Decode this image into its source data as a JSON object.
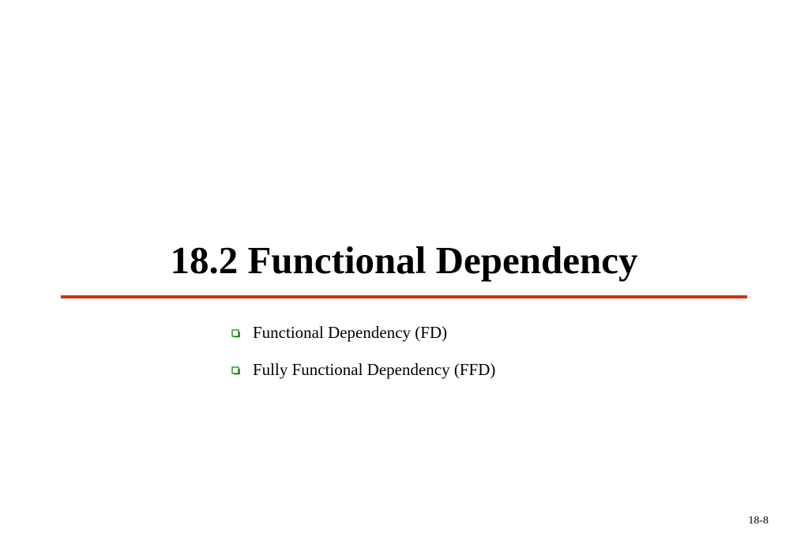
{
  "slide": {
    "title": "18.2  Functional Dependency",
    "bullets": [
      {
        "icon": "hollow-square-bullet-icon",
        "text": "Functional Dependency (FD)"
      },
      {
        "icon": "hollow-square-bullet-icon",
        "text": "Fully Functional Dependency (FFD)"
      }
    ],
    "page_number": "18-8"
  },
  "colors": {
    "rule": "#cc3300",
    "bullet": "#008000",
    "text": "#000000",
    "background": "#ffffff"
  }
}
